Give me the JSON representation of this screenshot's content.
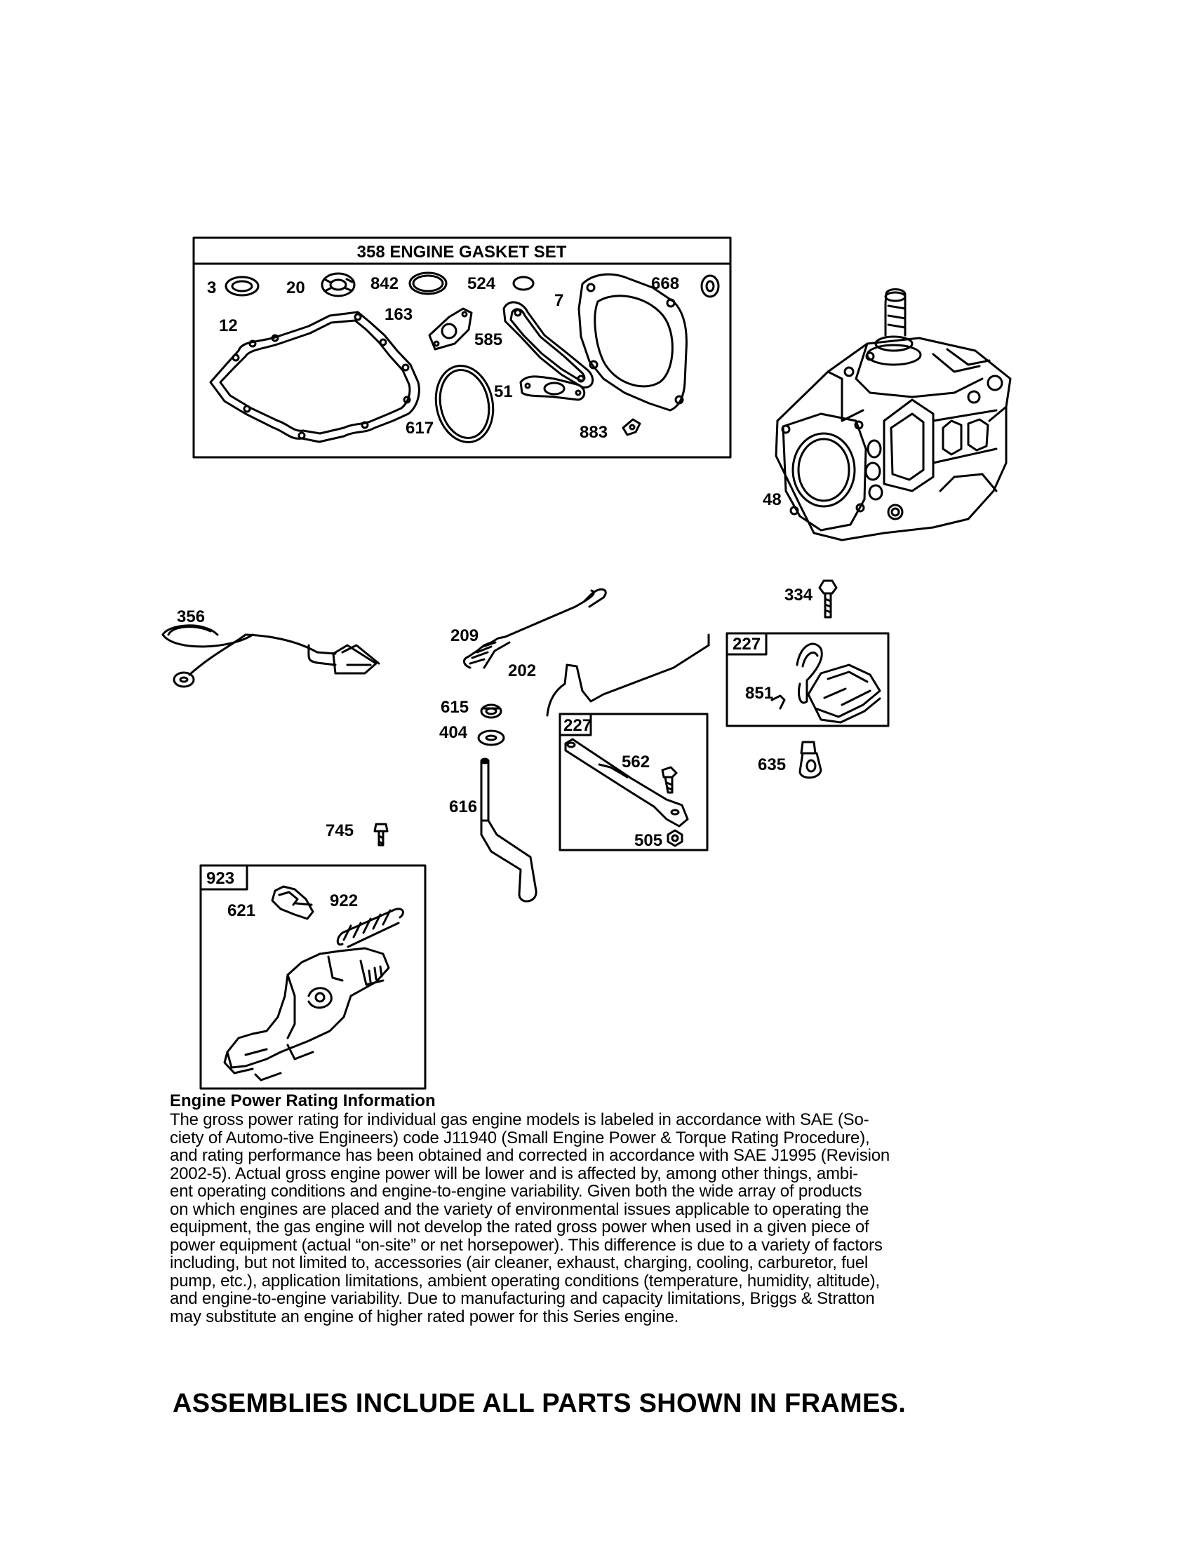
{
  "gasket_set": {
    "title": "358 ENGINE GASKET SET",
    "labels": [
      "3",
      "20",
      "842",
      "524",
      "668",
      "7",
      "12",
      "163",
      "585",
      "51",
      "617",
      "883"
    ]
  },
  "parts": {
    "block": "48",
    "ground_wire": "356",
    "spring": "209",
    "link": "202",
    "nut": "615",
    "washer": "404",
    "shaft": "616",
    "screw_745": "745",
    "screw_334": "334",
    "fitting": "635"
  },
  "frames": {
    "brake": {
      "tag": "227",
      "labels": [
        "562",
        "505"
      ]
    },
    "armature": {
      "tag": "227",
      "labels": [
        "851"
      ]
    },
    "control": {
      "tag": "923",
      "labels": [
        "621",
        "922"
      ]
    }
  },
  "info": {
    "title": "Engine Power Rating Information",
    "body": "The gross power rating for individual gas engine models is labeled in accordance with SAE (So-\nciety of Automo-tive Engineers) code J11940 (Small Engine Power & Torque Rating Procedure),\nand rating performance has been obtained and corrected in accordance with SAE J1995 (Revision\n2002-5).  Actual gross engine power will be lower and is affected by, among other things, ambi-\nent operating conditions and engine-to-engine variability.  Given both the wide array of products\non which engines are placed and the variety of environmental issues applicable to operating the\nequipment, the gas engine will not develop the rated gross power when used in a given piece of\npower equipment (actual “on-site” or net horsepower).  This difference is due to a variety of factors\nincluding, but not limited to, accessories (air cleaner, exhaust, charging, cooling, carburetor, fuel\npump, etc.), application limitations, ambient operating conditions (temperature, humidity, altitude),\nand engine-to-engine variability.  Due to manufacturing and capacity limitations, Briggs & Stratton\nmay substitute an engine of higher rated power for this Series engine."
  },
  "footer": "ASSEMBLIES INCLUDE ALL PARTS SHOWN IN FRAMES."
}
